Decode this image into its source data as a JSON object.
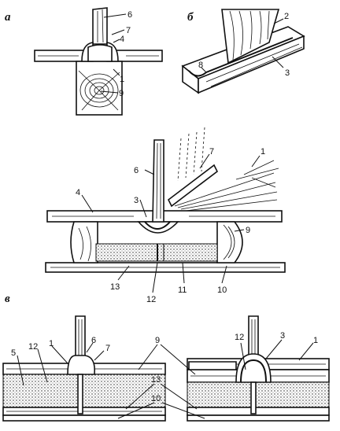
{
  "panels": {
    "a": "а",
    "b": "б",
    "c": "в"
  },
  "labels": {
    "n1": "1",
    "n2": "2",
    "n3": "3",
    "n4": "4",
    "n5": "5",
    "n6": "6",
    "n7": "7",
    "n8": "8",
    "n9": "9",
    "n10": "10",
    "n11": "11",
    "n12": "12",
    "n13": "13"
  }
}
